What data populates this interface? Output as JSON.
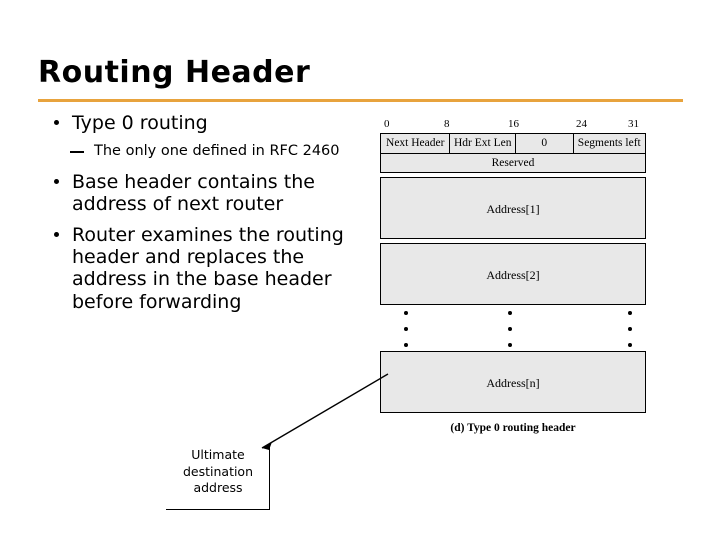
{
  "slide": {
    "title": "Routing Header",
    "accent_color": "#E8A33D",
    "bullets": [
      {
        "level": 1,
        "text": "Type 0 routing"
      },
      {
        "level": 2,
        "text": "The only one defined in RFC 2460"
      },
      {
        "level": 1,
        "text": "Base header contains the address of next router"
      },
      {
        "level": 1,
        "text": "Router examines the routing header and replaces the address in the base header before forwarding"
      }
    ],
    "callout": {
      "line1": "Ultimate",
      "line2": "destination",
      "line3": "address"
    }
  },
  "figure": {
    "bit_ruler": [
      "0",
      "8",
      "16",
      "24",
      "31"
    ],
    "header_row": [
      "Next Header",
      "Hdr Ext Len",
      "0",
      "Segments left"
    ],
    "reserved_row": "Reserved",
    "address_rows": [
      "Address[1]",
      "Address[2]",
      "Address[n]"
    ],
    "caption": "(d) Type 0 routing header"
  }
}
